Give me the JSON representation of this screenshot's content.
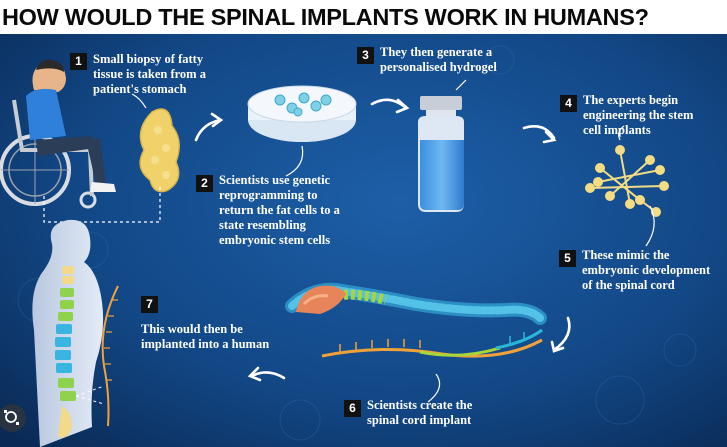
{
  "title": "HOW WOULD THE SPINAL IMPLANTS WORK IN HUMANS?",
  "colors": {
    "background": "#0b2e5c",
    "title_bar": "#ffffff",
    "badge": "#111111",
    "text": "#ffffff",
    "accent_orange": "#f0a23a",
    "accent_green": "#a6d63a",
    "accent_cyan": "#2ab6d6"
  },
  "steps": [
    {
      "number": "1",
      "lines": [
        "Small biopsy of fatty",
        "tissue is taken from a",
        "patient's stomach"
      ]
    },
    {
      "number": "2",
      "lines": [
        "Scientists use genetic",
        "reprogramming to",
        "return the fat cells to a",
        "state resembling",
        "embryonic stem cells"
      ]
    },
    {
      "number": "3",
      "lines": [
        "They then generate a",
        "personalised hydrogel"
      ]
    },
    {
      "number": "4",
      "lines": [
        "The experts begin",
        "engineering the stem",
        "cell implants"
      ]
    },
    {
      "number": "5",
      "lines": [
        "These mimic the",
        "embryonic development",
        "of the spinal cord"
      ]
    },
    {
      "number": "6",
      "lines": [
        "Scientists create the",
        "spinal cord implant"
      ]
    },
    {
      "number": "7",
      "lines": [
        "This would then be",
        "implanted into a human"
      ]
    }
  ],
  "icons": [
    "patient-in-wheelchair-icon",
    "fatty-tissue-icon",
    "petri-dish-icon",
    "hydrogel-vial-icon",
    "stem-cell-implant-icon",
    "embryonic-spinal-cord-icon",
    "spinal-cord-implant-icon",
    "human-spine-icon",
    "flow-arrow-icon",
    "lens-search-icon"
  ]
}
